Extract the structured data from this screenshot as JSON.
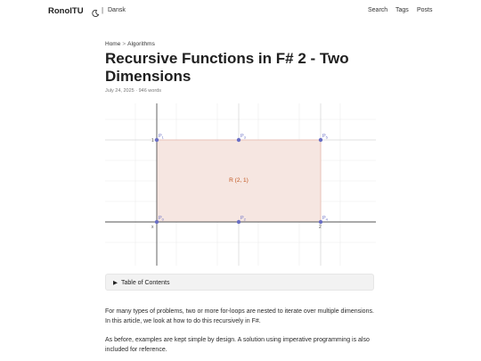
{
  "header": {
    "logo": "RonoITU",
    "theme_icon": "moon-icon",
    "separator": "|",
    "lang": "Dansk",
    "nav": {
      "search": "Search",
      "tags": "Tags",
      "posts": "Posts"
    }
  },
  "breadcrumb": {
    "home": "Home",
    "sep": ">",
    "section": "Algorithms"
  },
  "post": {
    "title": "Recursive Functions in F# 2 - Two Dimensions",
    "meta": "July 24, 2025 · 946 words"
  },
  "figure": {
    "rect_label": "R (2, 1)",
    "axis_label_x": "x",
    "axis_label_y": "1",
    "axis_label_x2": "2",
    "points": [
      {
        "name": "P",
        "sub": "0"
      },
      {
        "name": "P",
        "sub": "1"
      },
      {
        "name": "P",
        "sub": "2"
      },
      {
        "name": "P",
        "sub": "3"
      },
      {
        "name": "P",
        "sub": "4"
      },
      {
        "name": "P",
        "sub": "5"
      }
    ],
    "colors": {
      "rect_fill": "#f6e6e1",
      "rect_stroke": "#e8b9ad",
      "point": "#6a6fc4",
      "label": "#c0561f"
    }
  },
  "toc": {
    "arrow": "▶",
    "label": "Table of Contents"
  },
  "content": {
    "p1": "For many types of problems, two or more for-loops are nested to iterate over multiple dimensions. In this article, we look at how to do this recursively in F#.",
    "p2": "As before, examples are kept simple by design. A solution using imperative programming is also included for reference."
  }
}
